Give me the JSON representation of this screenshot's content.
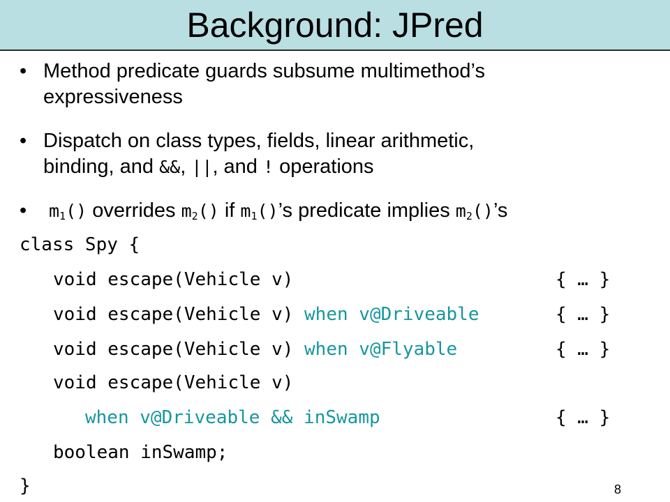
{
  "slide": {
    "title": "Background: JPred",
    "page_number": "8"
  },
  "bullets": [
    {
      "line1": "Method predicate guards subsume multimethod’s",
      "line2": "expressiveness"
    },
    {
      "line1": "Dispatch on class types, fields, linear arithmetic,",
      "line2_a": "binding, and ",
      "line2_and": "&&",
      "line2_b": ", ",
      "line2_or": "||",
      "line2_c": ", and ",
      "line2_not": "!",
      "line2_d": " operations"
    },
    {
      "m": "m",
      "sub1": "1",
      "sub2": "2",
      "parens": "()",
      "overrides": " overrides ",
      "if": " if ",
      "pred": "’s predicate implies ",
      "tail": "’s"
    }
  ],
  "code": {
    "class_open": "class Spy {",
    "escape": "void escape(Vehicle v)",
    "when_driveable": "when v@Driveable",
    "when_flyable": "when v@Flyable",
    "when_driveable_swamp": "when v@Driveable && inSwamp",
    "body": "{ … }",
    "field": "boolean inSwamp;",
    "class_close": "}"
  }
}
